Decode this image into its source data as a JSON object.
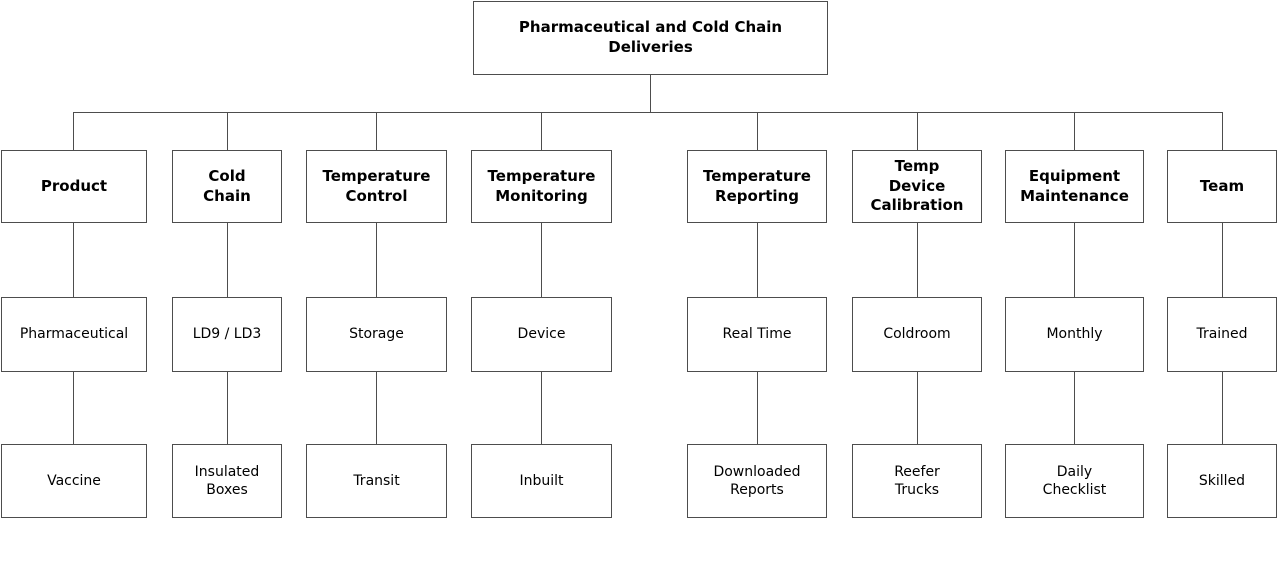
{
  "diagram": {
    "type": "org-chart",
    "title": "Pharmaceutical and Cold Chain\nDeliveries",
    "colors": {
      "background": "#ffffff",
      "box_fill": "#ffffff",
      "box_border": "#4d4d4d",
      "connector": "#4d4d4d",
      "text": "#000000"
    },
    "branches": [
      {
        "header": "Product",
        "level2": "Pharmaceutical",
        "level3": "Vaccine"
      },
      {
        "header": "Cold\nChain",
        "level2": "LD9 / LD3",
        "level3": "Insulated\nBoxes"
      },
      {
        "header": "Temperature\nControl",
        "level2": "Storage",
        "level3": "Transit"
      },
      {
        "header": "Temperature\nMonitoring",
        "level2": "Device",
        "level3": "Inbuilt"
      },
      {
        "header": "Temperature\nReporting",
        "level2": "Real Time",
        "level3": "Downloaded\nReports"
      },
      {
        "header": "Temp\nDevice\nCalibration",
        "level2": "Coldroom",
        "level3": "Reefer\nTrucks"
      },
      {
        "header": "Equipment\nMaintenance",
        "level2": "Monthly",
        "level3": "Daily\nChecklist"
      },
      {
        "header": "Team",
        "level2": "Trained",
        "level3": "Skilled"
      }
    ]
  }
}
